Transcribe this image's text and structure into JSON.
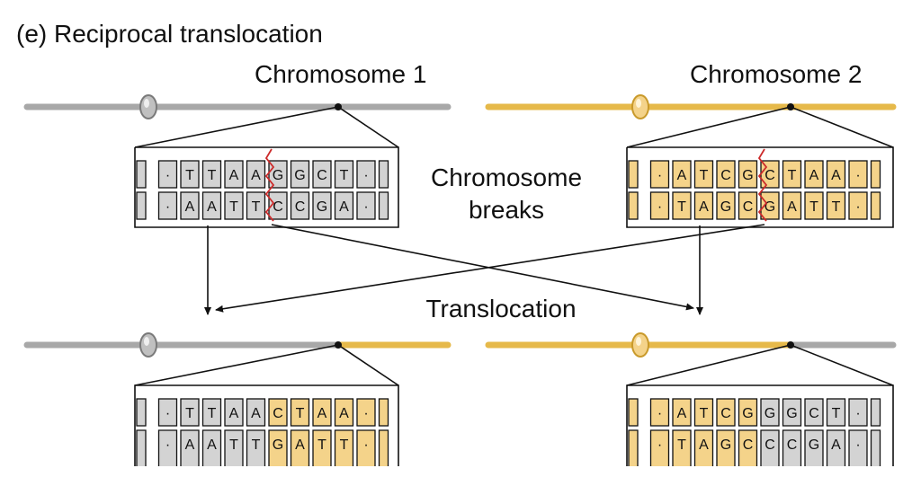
{
  "title": "(e) Reciprocal translocation",
  "labels": {
    "chrom1": "Chromosome 1",
    "chrom2": "Chromosome 2",
    "breaks_line1": "Chromosome",
    "breaks_line2": "breaks",
    "translocation": "Translocation"
  },
  "colors": {
    "chrom1": "#a8a8a8",
    "chrom1_fill": "#d3d3d3",
    "chrom2": "#e6b94a",
    "chrom2_fill": "#f4d38a",
    "break_mark": "#cc2a2a",
    "line": "#111111"
  },
  "panels": [
    {
      "name": "chrom1-original",
      "cells": [
        {
          "top": "",
          "bot": "",
          "c": 1,
          "edge": true
        },
        {
          "top": "·",
          "bot": "·",
          "c": 1
        },
        {
          "top": "T",
          "bot": "A",
          "c": 1
        },
        {
          "top": "T",
          "bot": "A",
          "c": 1
        },
        {
          "top": "A",
          "bot": "T",
          "c": 1
        },
        {
          "top": "A",
          "bot": "T",
          "c": 1
        },
        {
          "top": "G",
          "bot": "C",
          "c": 1
        },
        {
          "top": "G",
          "bot": "C",
          "c": 1
        },
        {
          "top": "C",
          "bot": "G",
          "c": 1
        },
        {
          "top": "T",
          "bot": "A",
          "c": 1
        },
        {
          "top": "·",
          "bot": "·",
          "c": 1
        },
        {
          "top": "",
          "bot": "",
          "c": 1,
          "edge": true
        }
      ]
    },
    {
      "name": "chrom2-original",
      "cells": [
        {
          "top": "",
          "bot": "",
          "c": 2,
          "edge": true
        },
        {
          "top": "·",
          "bot": "·",
          "c": 2
        },
        {
          "top": "A",
          "bot": "T",
          "c": 2
        },
        {
          "top": "T",
          "bot": "A",
          "c": 2
        },
        {
          "top": "C",
          "bot": "G",
          "c": 2
        },
        {
          "top": "G",
          "bot": "C",
          "c": 2
        },
        {
          "top": "C",
          "bot": "G",
          "c": 2
        },
        {
          "top": "T",
          "bot": "A",
          "c": 2
        },
        {
          "top": "A",
          "bot": "T",
          "c": 2
        },
        {
          "top": "A",
          "bot": "T",
          "c": 2
        },
        {
          "top": "·",
          "bot": "·",
          "c": 2
        },
        {
          "top": "",
          "bot": "",
          "c": 2,
          "edge": true
        }
      ]
    },
    {
      "name": "chrom1-translocated",
      "cells": [
        {
          "top": "",
          "bot": "",
          "c": 1,
          "edge": true
        },
        {
          "top": "·",
          "bot": "·",
          "c": 1
        },
        {
          "top": "T",
          "bot": "A",
          "c": 1
        },
        {
          "top": "T",
          "bot": "A",
          "c": 1
        },
        {
          "top": "A",
          "bot": "T",
          "c": 1
        },
        {
          "top": "A",
          "bot": "T",
          "c": 1
        },
        {
          "top": "C",
          "bot": "G",
          "c": 2
        },
        {
          "top": "T",
          "bot": "A",
          "c": 2
        },
        {
          "top": "A",
          "bot": "T",
          "c": 2
        },
        {
          "top": "A",
          "bot": "T",
          "c": 2
        },
        {
          "top": "·",
          "bot": "·",
          "c": 2
        },
        {
          "top": "",
          "bot": "",
          "c": 2,
          "edge": true
        }
      ]
    },
    {
      "name": "chrom2-translocated",
      "cells": [
        {
          "top": "",
          "bot": "",
          "c": 2,
          "edge": true
        },
        {
          "top": "·",
          "bot": "·",
          "c": 2
        },
        {
          "top": "A",
          "bot": "T",
          "c": 2
        },
        {
          "top": "T",
          "bot": "A",
          "c": 2
        },
        {
          "top": "C",
          "bot": "G",
          "c": 2
        },
        {
          "top": "G",
          "bot": "C",
          "c": 2
        },
        {
          "top": "G",
          "bot": "C",
          "c": 1
        },
        {
          "top": "G",
          "bot": "C",
          "c": 1
        },
        {
          "top": "C",
          "bot": "G",
          "c": 1
        },
        {
          "top": "T",
          "bot": "A",
          "c": 1
        },
        {
          "top": "·",
          "bot": "·",
          "c": 1
        },
        {
          "top": "",
          "bot": "",
          "c": 1,
          "edge": true
        }
      ]
    }
  ]
}
